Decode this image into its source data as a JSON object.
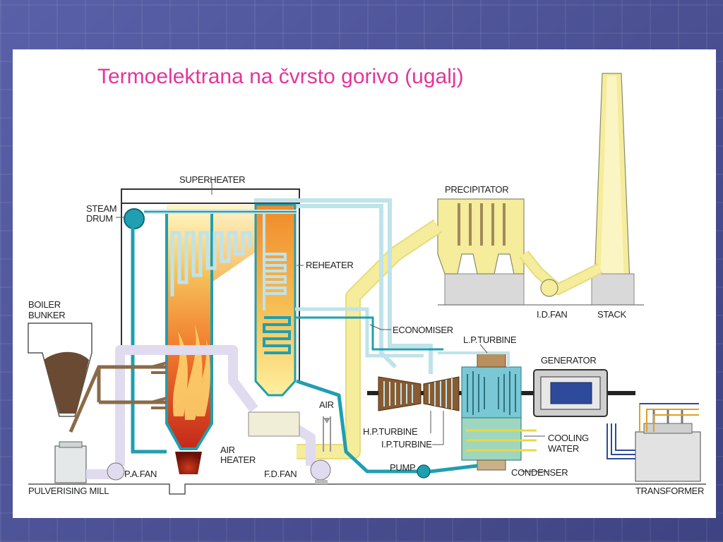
{
  "title": "Termoelektrana na čvrsto gorivo (ugalj)",
  "labels": {
    "superheater": "SUPERHEATER",
    "steam_drum_1": "STEAM",
    "steam_drum_2": "DRUM",
    "reheater": "REHEATER",
    "precipitator": "PRECIPITATOR",
    "id_fan": "I.D.FAN",
    "stack": "STACK",
    "boiler_bunker_1": "BOILER",
    "boiler_bunker_2": "BUNKER",
    "economiser": "ECONOMISER",
    "lp_turbine": "L.P.TURBINE",
    "generator": "GENERATOR",
    "air": "AIR",
    "hp_turbine": "H.P.TURBINE",
    "ip_turbine": "I.P.TURBINE",
    "cooling_water_1": "COOLING",
    "cooling_water_2": "WATER",
    "air_heater_1": "AIR",
    "air_heater_2": "HEATER",
    "pump": "PUMP",
    "condenser": "CONDENSER",
    "pa_fan": "P.A.FAN",
    "fd_fan": "F.D.FAN",
    "pulverising_mill": "PULVERISING MILL",
    "transformer": "TRANSFORMER"
  },
  "colors": {
    "title": "#e3359a",
    "water_pipe": "#1f9fb0",
    "steam_pipe": "#bfe3ea",
    "flue_gas": "#f5ec9c",
    "air_duct": "#e8e3f2",
    "coal": "#8a6a48"
  }
}
